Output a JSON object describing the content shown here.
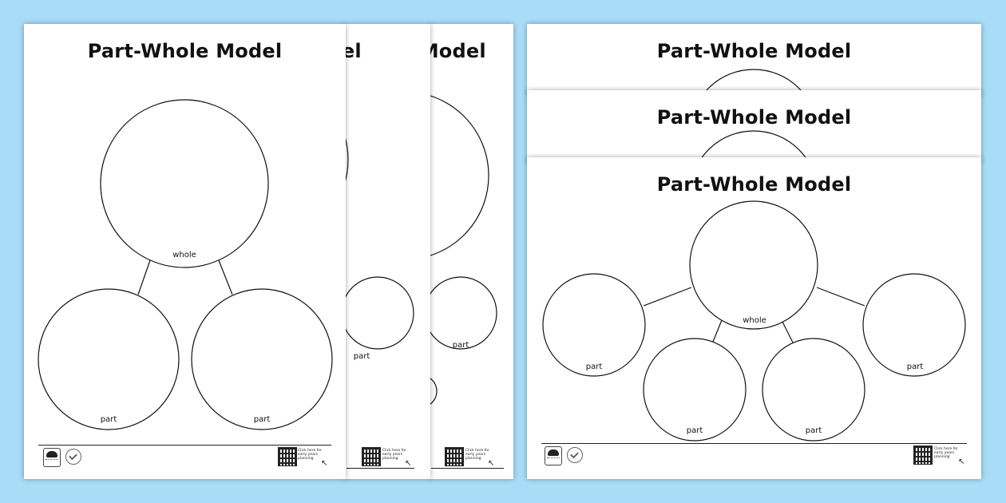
{
  "sheets": [
    {
      "title": "Part-Whole Model"
    },
    {
      "title": "Part-Whole Model"
    },
    {
      "title": "Part-Whole Model"
    },
    {
      "title": "Part-Whole Model"
    },
    {
      "title": "Part-Whole Model"
    },
    {
      "title": "Part-Whole Model"
    }
  ],
  "labels": {
    "whole": "whole",
    "part": "part"
  },
  "footer": {
    "qr_text": "Click here for early years planning"
  },
  "icons": [
    "twinkl-badge-icon",
    "quality-check-icon",
    "qr-code-icon",
    "cursor-icon"
  ],
  "colors": {
    "background": "#a9dcf6",
    "paper": "#ffffff",
    "ink": "#111111"
  }
}
